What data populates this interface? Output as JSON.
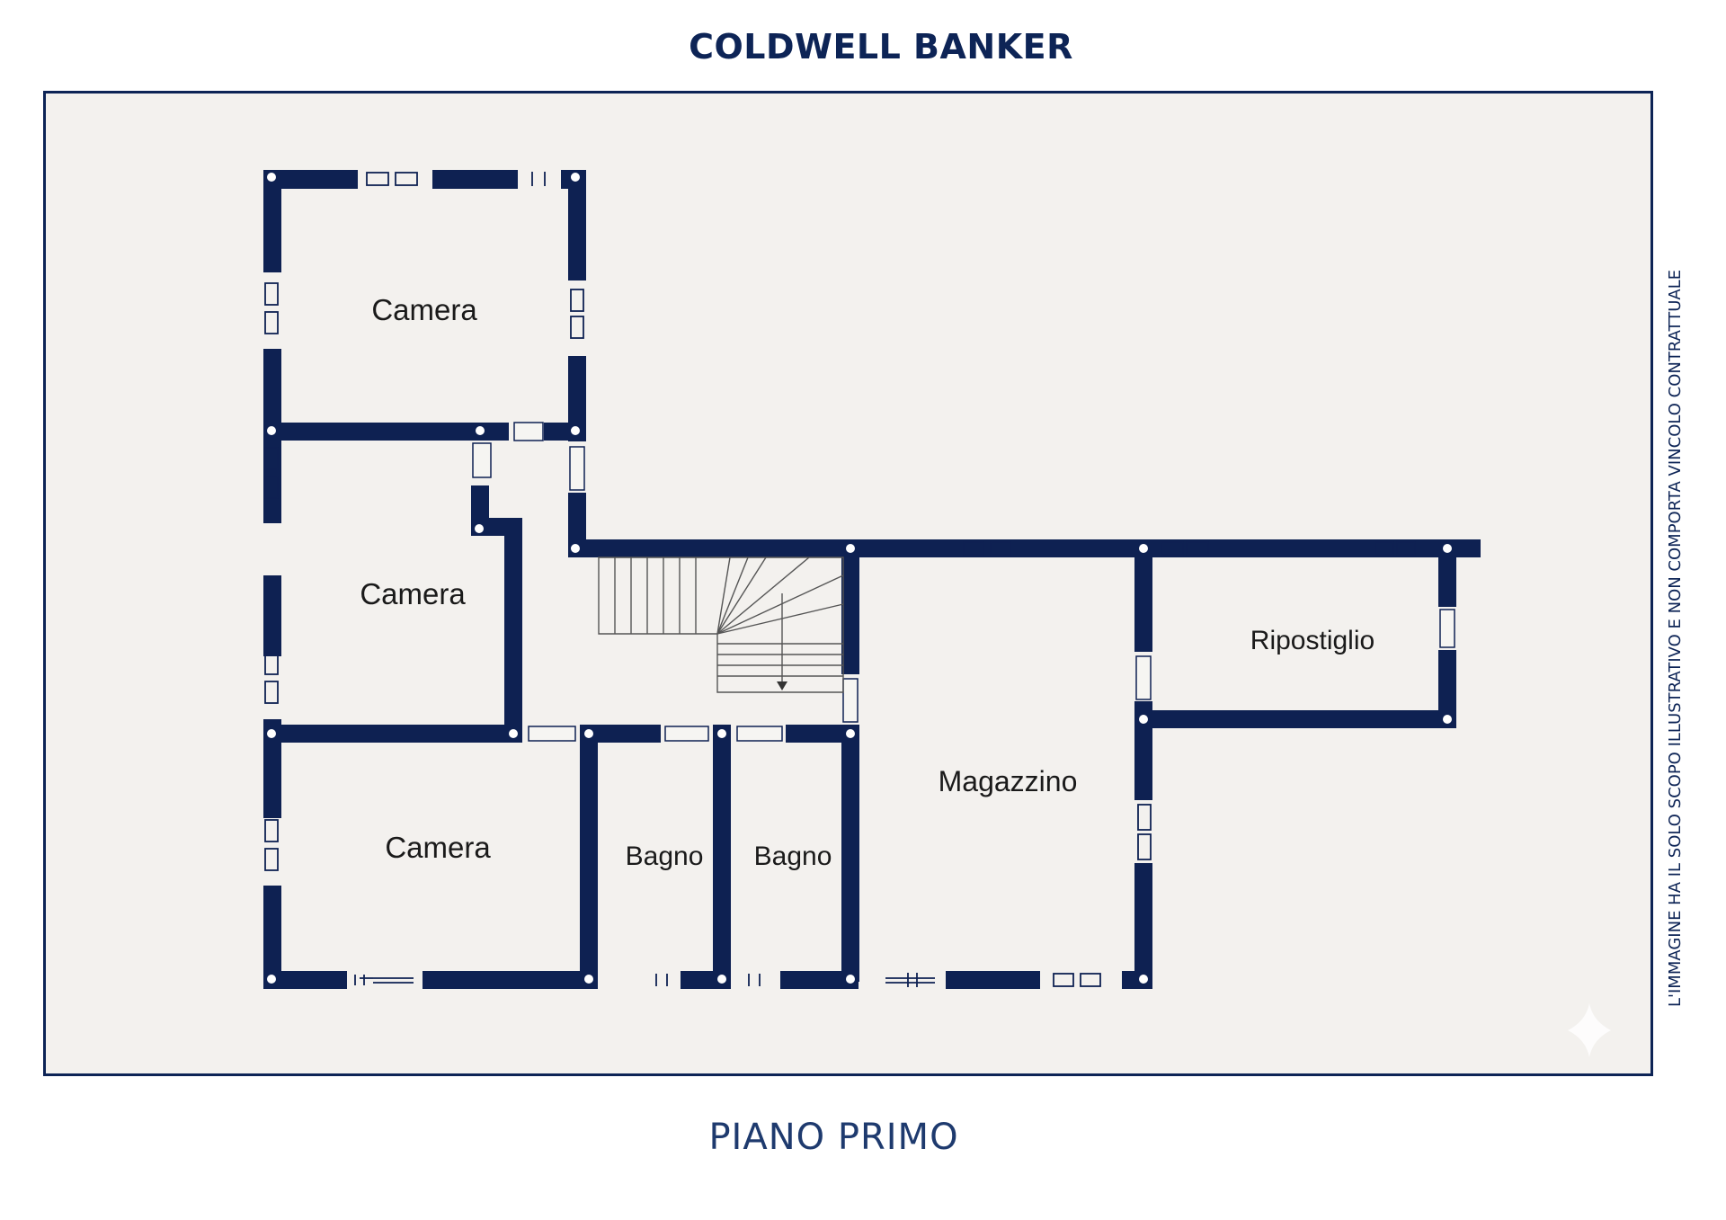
{
  "header": {
    "brand": "COLDWELL BANKER"
  },
  "disclaimer": "L'IMMAGINE HA IL SOLO SCOPO ILLUSTRATIVO E NON COMPORTA VINCOLO CONTRATTUALE",
  "floor": {
    "label": "PIANO PRIMO"
  },
  "rooms": {
    "camera_top": "Camera",
    "camera_middle": "Camera",
    "camera_bottom": "Camera",
    "bagno_left": "Bagno",
    "bagno_right": "Bagno",
    "magazzino": "Magazzino",
    "ripostiglio": "Ripostiglio"
  },
  "colors": {
    "brand": "#0d2456",
    "wall": "#0e2152",
    "paper": "#f3f1ee"
  }
}
